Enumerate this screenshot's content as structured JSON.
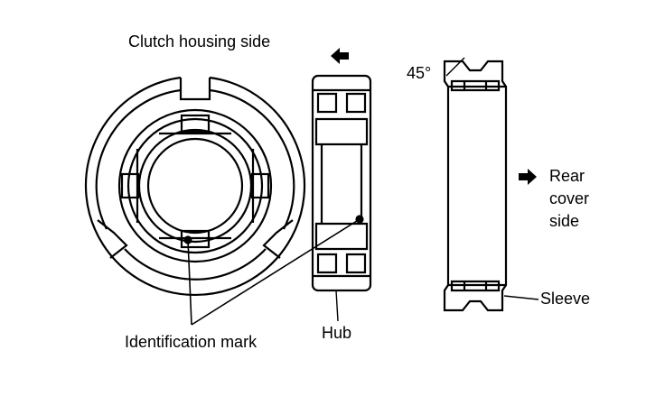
{
  "labels": {
    "clutch_housing_side": "Clutch housing side",
    "angle": "45°",
    "rear_cover_line1": "Rear",
    "rear_cover_line2": "cover",
    "rear_cover_line3": "side",
    "sleeve": "Sleeve",
    "hub": "Hub",
    "identification_mark": "Identification mark"
  },
  "icons": {
    "left_arrow": "arrow-left-icon",
    "right_arrow": "arrow-right-icon"
  },
  "colors": {
    "line": "#000000",
    "background": "#ffffff"
  }
}
